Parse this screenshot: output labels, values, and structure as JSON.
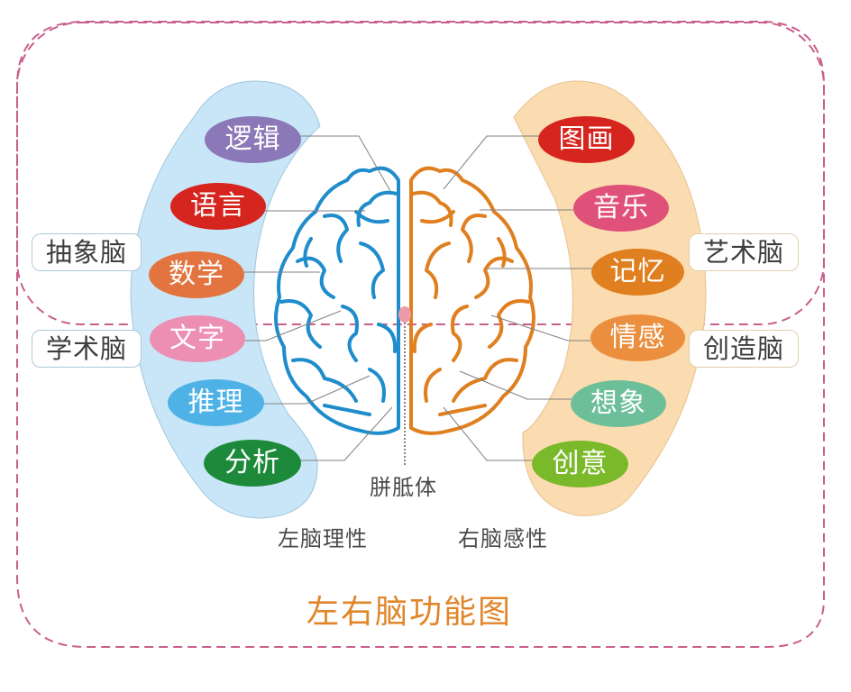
{
  "title": "左右脑功能图",
  "colors": {
    "frame_border": "#c95f8c",
    "left_band": "#c8e6f7",
    "right_band": "#fbdcb0",
    "left_brain": "#1f8ccc",
    "right_brain": "#e07f20",
    "corpus_callosum": "#ee99a8",
    "title": "#e0862a"
  },
  "left": {
    "side_label": "左脑理性",
    "tags": [
      "抽象脑",
      "学术脑"
    ],
    "functions": [
      {
        "label": "逻辑",
        "color": "#8a78b8"
      },
      {
        "label": "语言",
        "color": "#d6241f"
      },
      {
        "label": "数学",
        "color": "#e3743f"
      },
      {
        "label": "文字",
        "color": "#ec8fb3"
      },
      {
        "label": "推理",
        "color": "#4fb2e6"
      },
      {
        "label": "分析",
        "color": "#1c8a3a"
      }
    ]
  },
  "right": {
    "side_label": "右脑感性",
    "tags": [
      "艺术脑",
      "创造脑"
    ],
    "functions": [
      {
        "label": "图画",
        "color": "#d6241f"
      },
      {
        "label": "音乐",
        "color": "#e0517a"
      },
      {
        "label": "记忆",
        "color": "#e07f20"
      },
      {
        "label": "情感",
        "color": "#eb8f3f"
      },
      {
        "label": "想象",
        "color": "#6dbf9a"
      },
      {
        "label": "创意",
        "color": "#7ab92a"
      }
    ]
  },
  "center": {
    "corpus_callosum_label": "胼胝体"
  }
}
